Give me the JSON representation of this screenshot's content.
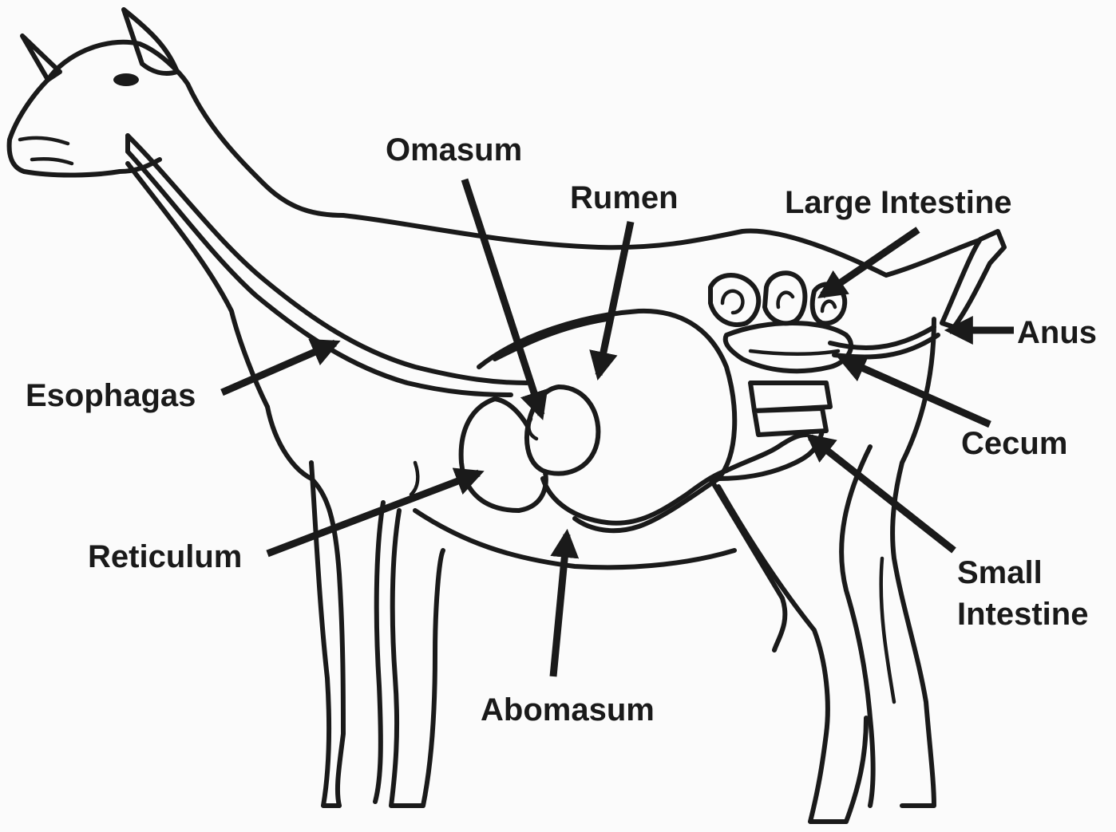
{
  "labels": {
    "omasum": "Omasum",
    "rumen": "Rumen",
    "large_intestine": "Large Intestine",
    "anus": "Anus",
    "esophagas": "Esophagas",
    "cecum": "Cecum",
    "reticulum": "Reticulum",
    "small_intestine_line1": "Small",
    "small_intestine_line2": "Intestine",
    "abomasum": "Abomasum"
  }
}
